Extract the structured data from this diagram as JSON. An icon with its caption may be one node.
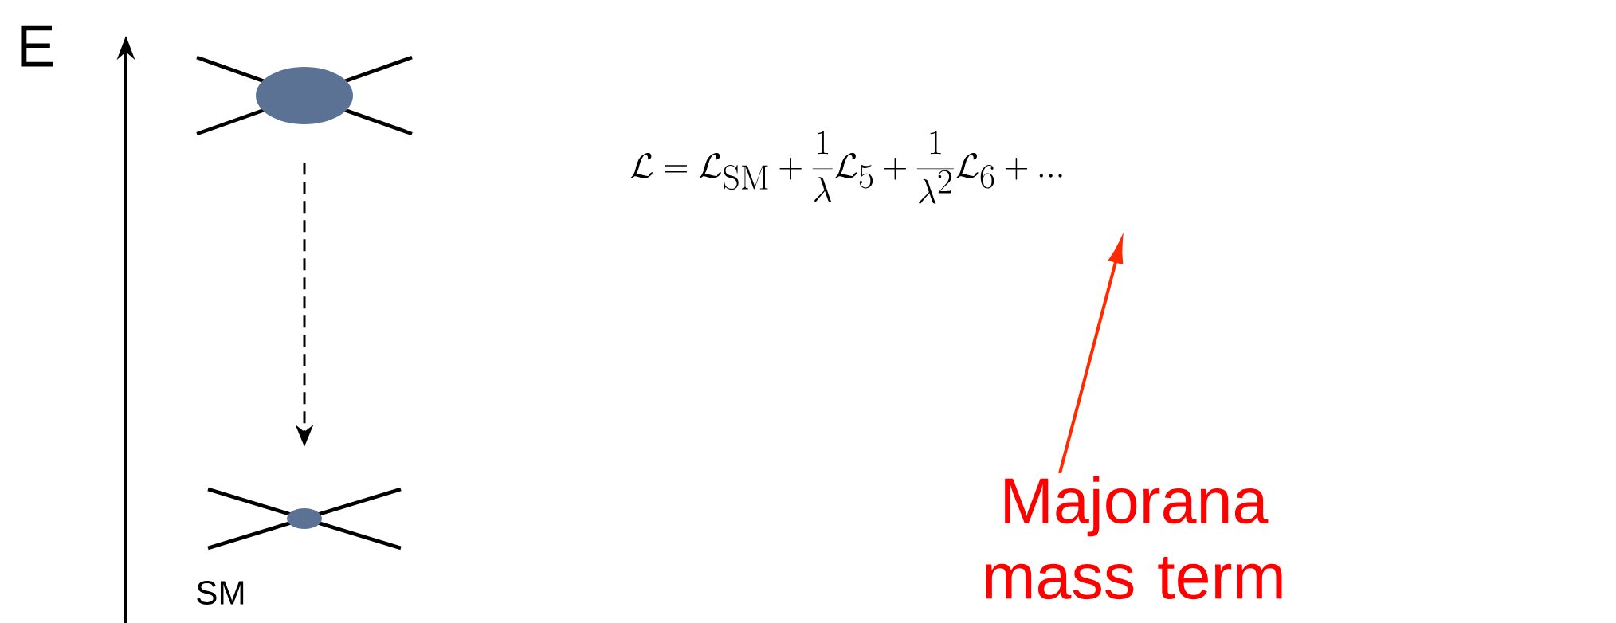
{
  "diagram": {
    "nodes": [
      {
        "text": [],
        "shape": "circle"
      },
      {
        "text": [],
        "shape": "circle",
        "beside": [
          "SM"
        ]
      },
      {
        "text": [
          "Majorana mass term"
        ]
      }
    ],
    "edges": [
      {
        "from": 0,
        "to": 1,
        "arrow": "to",
        "style": "dashed"
      },
      {
        "from": 2,
        "to": null,
        "arrow": "to",
        "color": "#ff2a00"
      }
    ],
    "labels": [
      "E",
      "\\mathcal{L} = \\mathcal{L}_{\\rm SM} + \\frac{1}{\\lambda}\\mathcal{L}_5 + \\frac{1}{\\lambda^2}\\mathcal{L}_6 + ..."
    ]
  }
}
